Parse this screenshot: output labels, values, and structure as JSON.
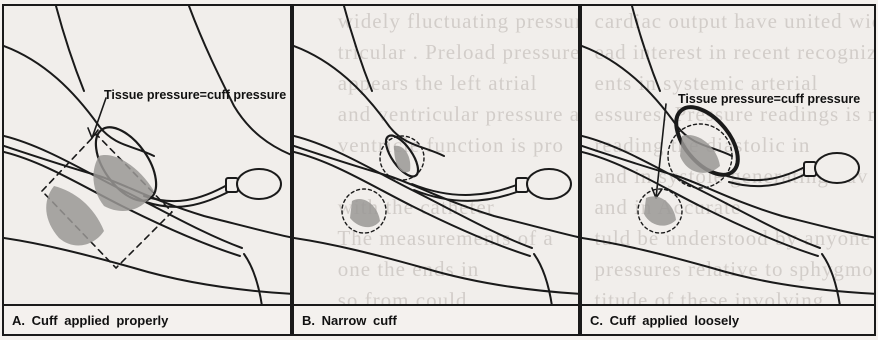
{
  "panels": [
    {
      "id": "a",
      "caption": "A. Cuff  applied properly",
      "callout": "Tissue pressure=cuff pressure"
    },
    {
      "id": "b",
      "caption": "B. Narrow  cuff"
    },
    {
      "id": "c",
      "caption": "C.  Cuff  applied loosely",
      "callout": "Tissue pressure=cuff pressure"
    }
  ],
  "background_text": {
    "panel_a": [
      "",
      "",
      "",
      "",
      "",
      "",
      ""
    ],
    "panel_b": [
      "       widely fluctuating pressure in the",
      "       tricular . Preload pressure is",
      "       appears the left atrial",
      "       and ventricular pressure accu",
      "       ventricle function is pro",
      "",
      "       with the catheter",
      "       The measurements of a",
      "       one the ends in",
      "       so from could"
    ],
    "panel_c": [
      "  cardiac output have united wide-",
      "  ead interest in recent recogniz",
      "  ents in systemic arterial",
      "  essures. Pressure readings is relia",
      "  reading the diastolic in",
      "  and in systole generating hav",
      "  and in Accurate",
      "  tuld be understood by anyone who",
      "  pressures relative to sphygmo",
      "  titude of these involving"
    ]
  },
  "colors": {
    "ink": "#1a1a1a",
    "tissue_gray": "#9a9895",
    "panel_bg": "#f1eeeb"
  }
}
